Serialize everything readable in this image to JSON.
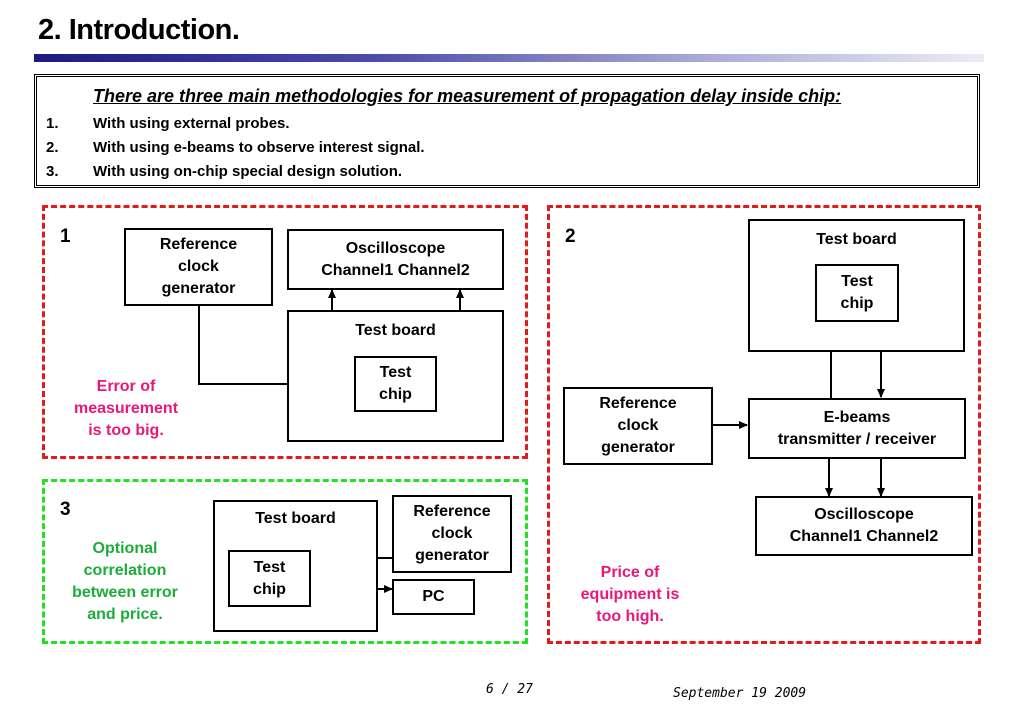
{
  "title": "2. Introduction.",
  "intro": {
    "heading": "There are three main methodologies for measurement of propagation delay inside chip:",
    "items": [
      {
        "num": "1.",
        "text": "With using external probes."
      },
      {
        "num": "2.",
        "text": "With using e-beams to observe interest signal."
      },
      {
        "num": "3.",
        "text": "With using on-chip special design solution."
      }
    ]
  },
  "panel1": {
    "number": "1",
    "ref_clock": "Reference\nclock\ngenerator",
    "oscilloscope": "Oscilloscope\nChannel1 Channel2",
    "test_board": "Test board",
    "test_chip": "Test\nchip",
    "note": "Error of\nmeasurement\nis too big."
  },
  "panel2": {
    "number": "2",
    "test_board": "Test board",
    "test_chip": "Test\nchip",
    "ref_clock": "Reference\nclock\ngenerator",
    "ebeams": "E-beams\ntransmitter / receiver",
    "oscilloscope": "Oscilloscope\nChannel1 Channel2",
    "note": "Price of\nequipment is\ntoo high."
  },
  "panel3": {
    "number": "3",
    "test_board": "Test board",
    "test_chip": "Test\nchip",
    "ref_clock": "Reference\nclock\ngenerator",
    "pc": "PC",
    "note": "Optional\ncorrelation\nbetween error\nand price."
  },
  "footer": {
    "page": "6 / 27",
    "date": "September 19 2009"
  },
  "colors": {
    "red_dash": "#e31a1a",
    "green_dash": "#22e022",
    "pink_text": "#e8177a",
    "green_text": "#1aad3a",
    "title_bar": "#1a1a80"
  }
}
